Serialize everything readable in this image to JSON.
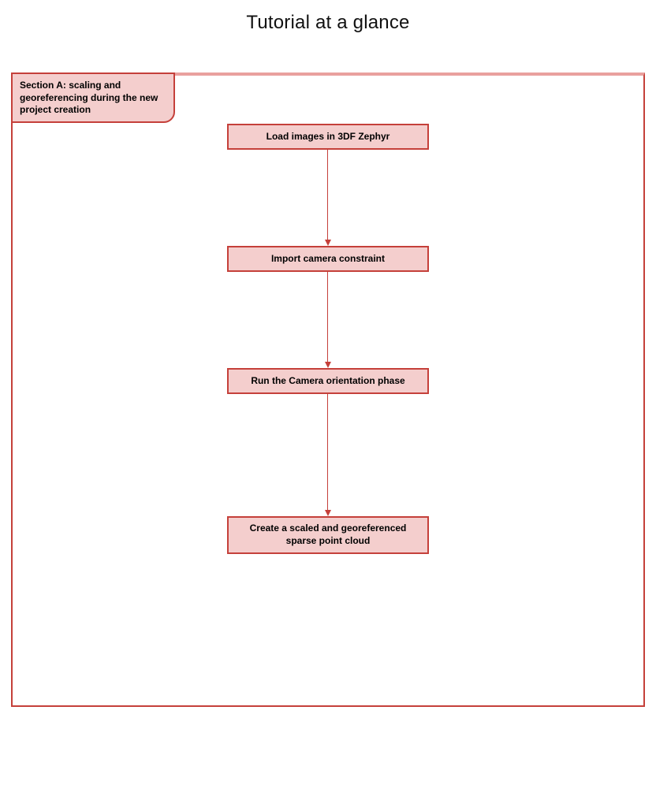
{
  "page": {
    "title": "Tutorial at a glance"
  },
  "section": {
    "label": "Section A: scaling and georeferencing during the new project creation"
  },
  "flow": {
    "steps": [
      {
        "label": "Load images in 3DF Zephyr"
      },
      {
        "label": "Import camera constraint"
      },
      {
        "label": "Run the Camera orientation phase"
      },
      {
        "label": "Create a scaled and georeferenced sparse point cloud"
      }
    ]
  },
  "colors": {
    "stroke": "#c5403a",
    "node_fill": "#f4cecd",
    "container_top_border": "#e9a09e",
    "text": "#000000",
    "background": "#ffffff"
  }
}
